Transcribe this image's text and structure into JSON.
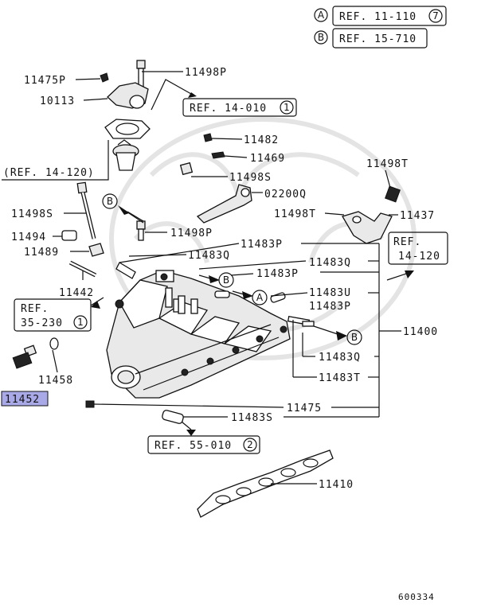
{
  "refs": {
    "A_letter": "A",
    "A_text": "REF. 11-110",
    "A_num": "7",
    "B_letter": "B",
    "B_text": "REF. 15-710",
    "ref_14_010_text": "REF. 14-010",
    "ref_14_010_num": "1",
    "ref_14_120_left": "(REF. 14-120)",
    "ref_14_120_right_line1": "REF.",
    "ref_14_120_right_line2": "14-120",
    "ref_35_230_line1": "REF.",
    "ref_35_230_line2": "35-230",
    "ref_35_230_num": "1",
    "ref_55_010_text": "REF. 55-010",
    "ref_55_010_num": "2"
  },
  "labels": {
    "p11475P": "11475P",
    "p10113": "10113",
    "p11498P_top": "11498P",
    "p11482": "11482",
    "p11469": "11469",
    "p11498S_top": "11498S",
    "p11498T_top": "11498T",
    "p02200Q": "02200Q",
    "p11498T_mid": "11498T",
    "p11437": "11437",
    "p11498S_left": "11498S",
    "p11498P_mid": "11498P",
    "p11494": "11494",
    "p11483P_a": "11483P",
    "p11489": "11489",
    "p11483Q_a": "11483Q",
    "p11483Q_b": "11483Q",
    "p11483P_b": "11483P",
    "p11442": "11442",
    "p11483U": "11483U",
    "p11483P_c": "11483P",
    "p11400": "11400",
    "p11483Q_c": "11483Q",
    "p11458": "11458",
    "p11483T": "11483T",
    "p11452": "11452",
    "p11475": "11475",
    "p11483S": "11483S",
    "p11410": "11410"
  },
  "circle_markers": {
    "A": "A",
    "B": "B"
  },
  "diagram_id": "600334",
  "colors": {
    "highlight": "#a9a9e8",
    "line": "#111111"
  }
}
